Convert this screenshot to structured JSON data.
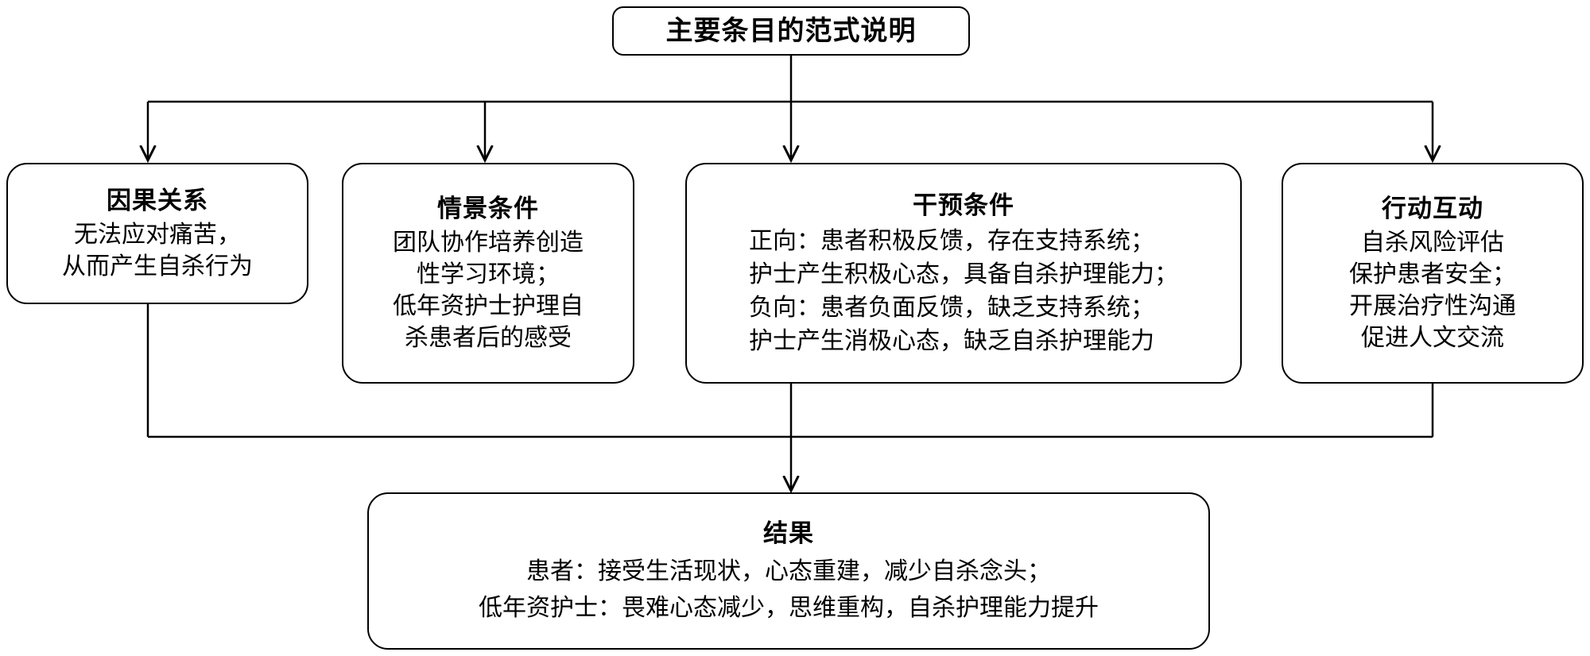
{
  "diagram": {
    "type": "flowchart",
    "title_node": {
      "name": "main-item-paradigm",
      "title": "主要条目的范式说明"
    },
    "nodes": [
      {
        "id": "causal",
        "title": "因果关系",
        "lines": [
          "无法应对痛苦，",
          "从而产生自杀行为"
        ]
      },
      {
        "id": "context",
        "title": "情景条件",
        "lines": [
          "团队协作培养创造",
          "性学习环境；",
          "低年资护士护理自",
          "杀患者后的感受"
        ]
      },
      {
        "id": "intervention",
        "title": "干预条件",
        "lines": [
          "正向：患者积极反馈，存在支持系统；",
          "护士产生积极心态，具备自杀护理能力；",
          "负向：患者负面反馈，缺乏支持系统；",
          "护士产生消极心态，缺乏自杀护理能力"
        ]
      },
      {
        "id": "action",
        "title": "行动互动",
        "lines": [
          "自杀风险评估",
          "保护患者安全；",
          "开展治疗性沟通",
          "促进人文交流"
        ]
      }
    ],
    "outcome_node": {
      "id": "outcome",
      "title": "结果",
      "lines": [
        "患者：接受生活现状，心态重建，减少自杀念头；",
        "低年资护士：畏难心态减少，思维重构，自杀护理能力提升"
      ]
    },
    "connectors": {
      "stroke_color": "#000000",
      "stroke_width": 2.5,
      "arrowheads": 5,
      "description": "Title fans out to four condition boxes; all four merge into the outcome box."
    }
  },
  "colors": {
    "background": "#ffffff",
    "border": "#000000",
    "text": "#000000"
  }
}
